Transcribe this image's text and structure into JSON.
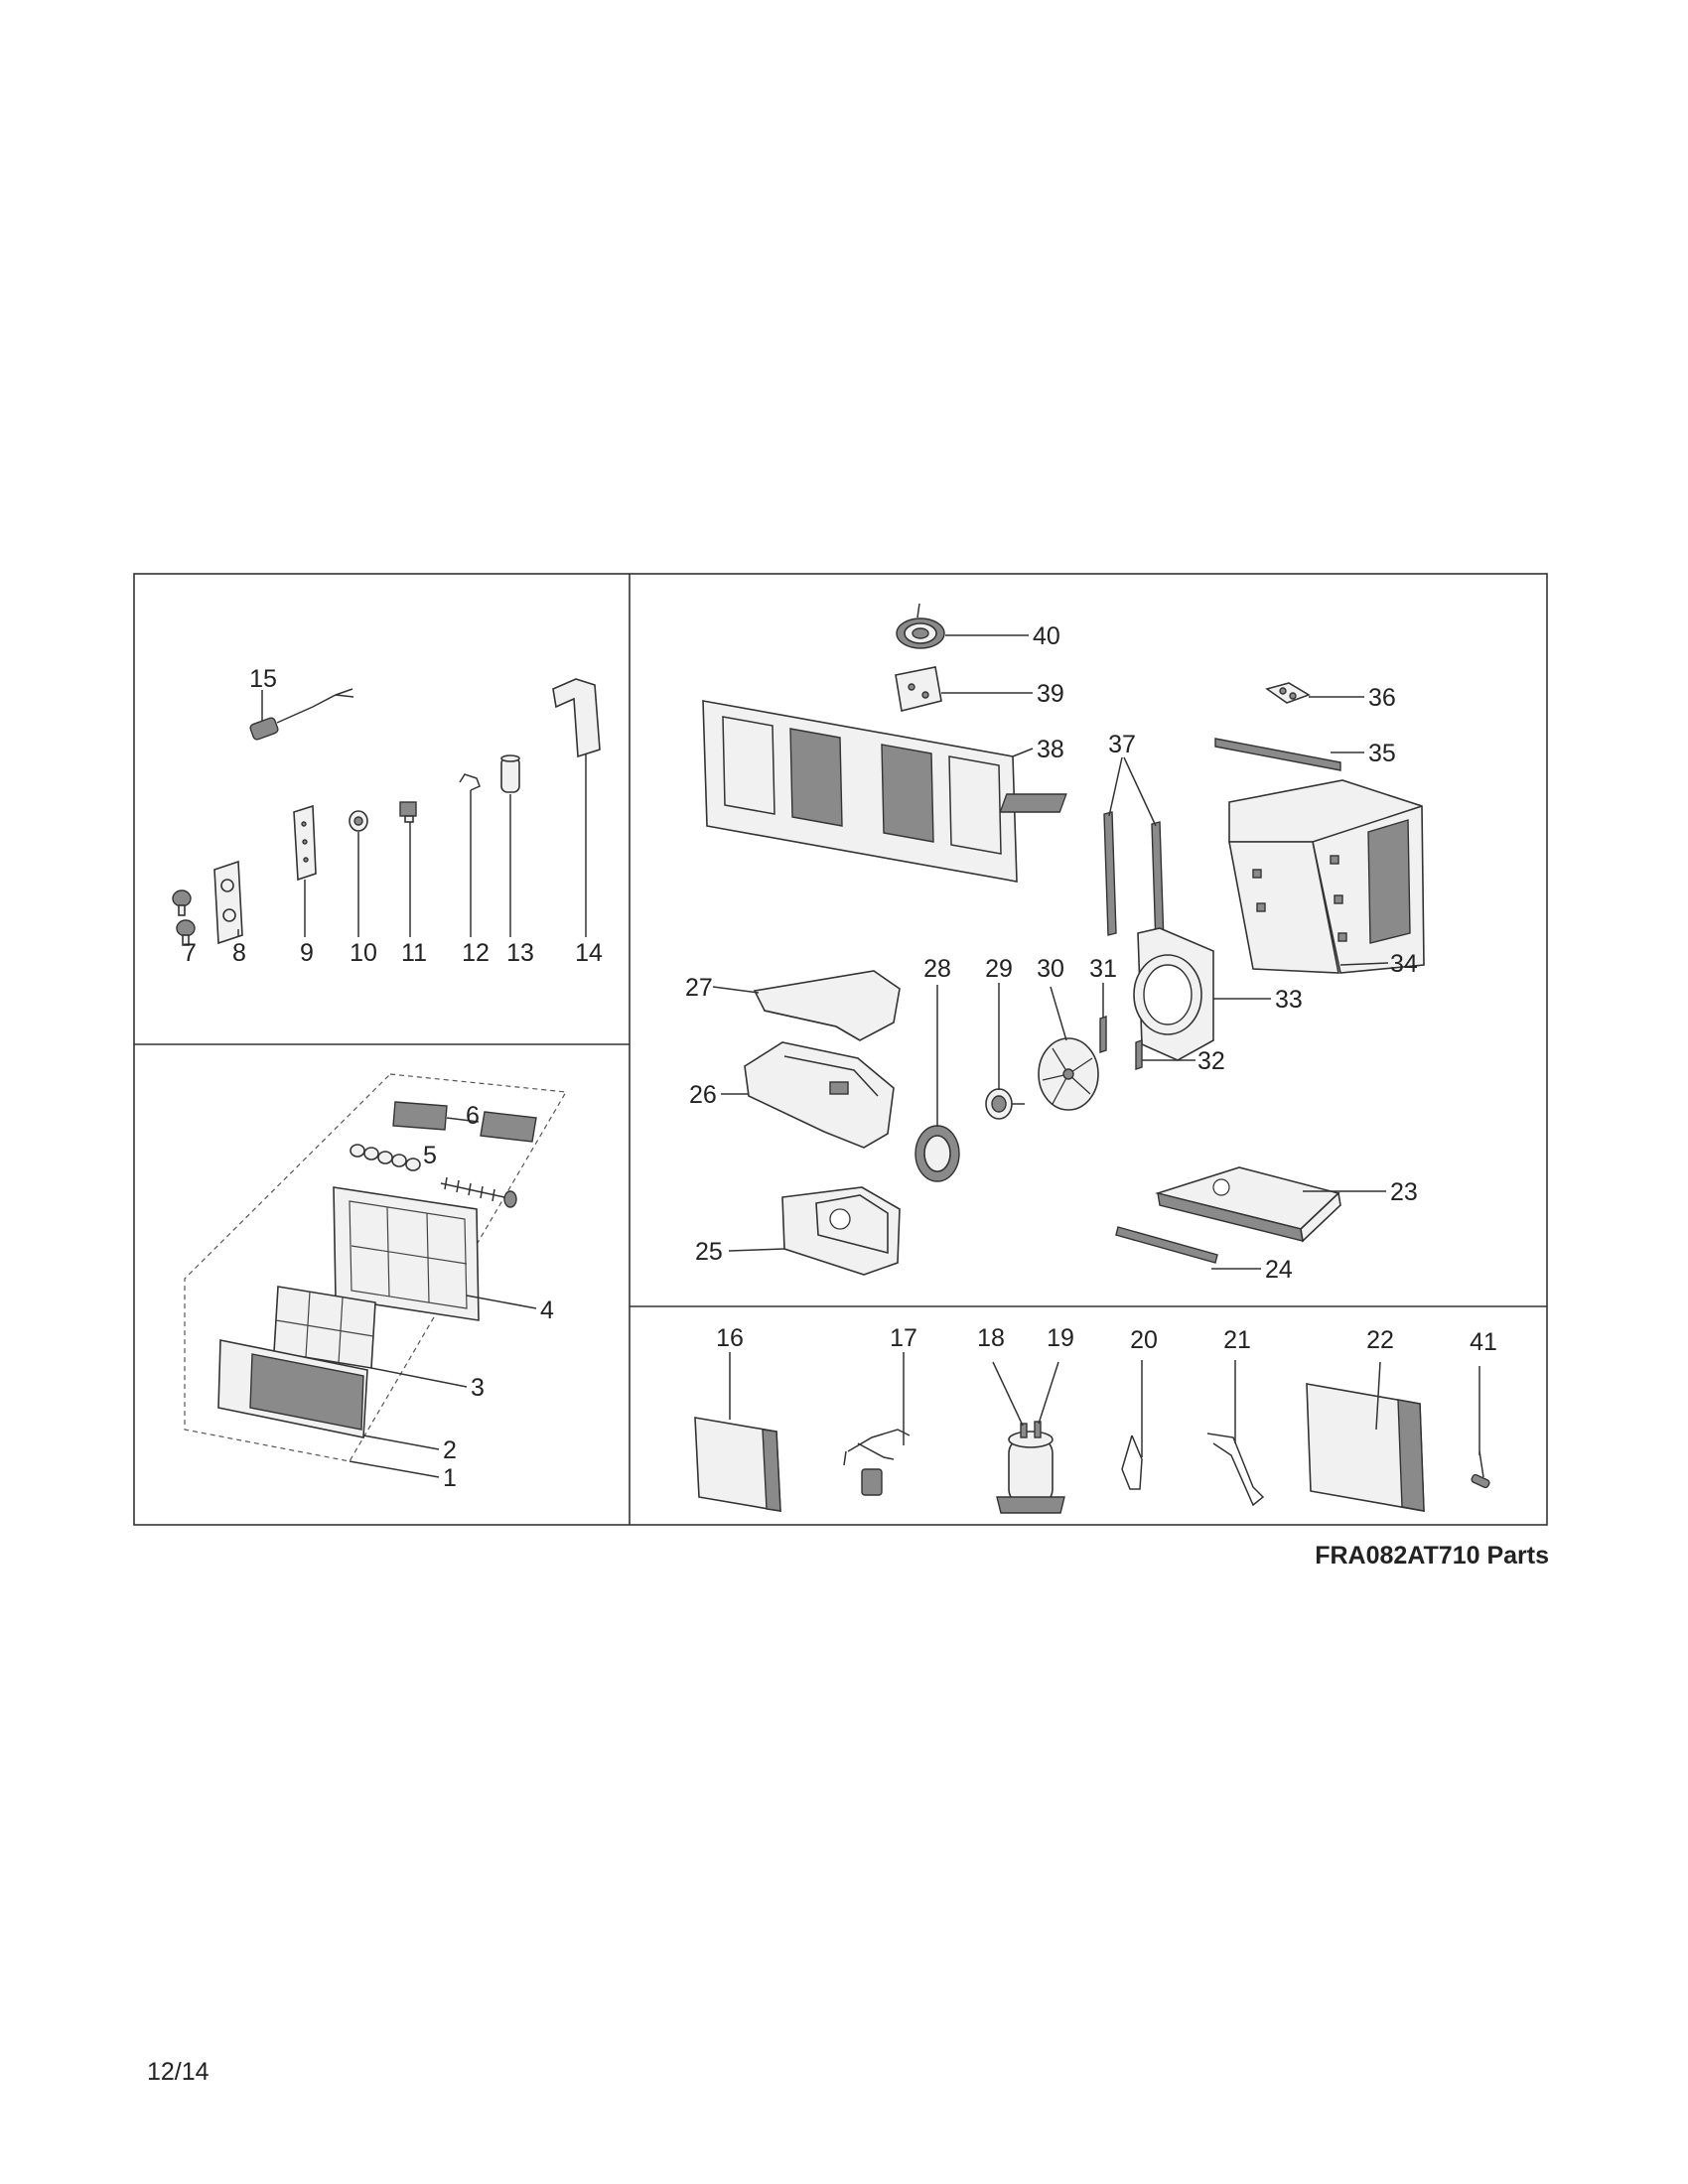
{
  "caption": "FRA082AT710 Parts",
  "page_number": "12/14",
  "labels": {
    "p1": "1",
    "p2": "2",
    "p3": "3",
    "p4": "4",
    "p5": "5",
    "p6": "6",
    "p7": "7",
    "p8": "8",
    "p9": "9",
    "p10": "10",
    "p11": "11",
    "p12": "12",
    "p13": "13",
    "p14": "14",
    "p15": "15",
    "p16": "16",
    "p17": "17",
    "p18": "18",
    "p19": "19",
    "p20": "20",
    "p21": "21",
    "p22": "22",
    "p23": "23",
    "p24": "24",
    "p25": "25",
    "p26": "26",
    "p27": "27",
    "p28": "28",
    "p29": "29",
    "p30": "30",
    "p31": "31",
    "p32": "32",
    "p33": "33",
    "p34": "34",
    "p35": "35",
    "p36": "36",
    "p37": "37",
    "p38": "38",
    "p39": "39",
    "p40": "40",
    "p41": "41"
  }
}
